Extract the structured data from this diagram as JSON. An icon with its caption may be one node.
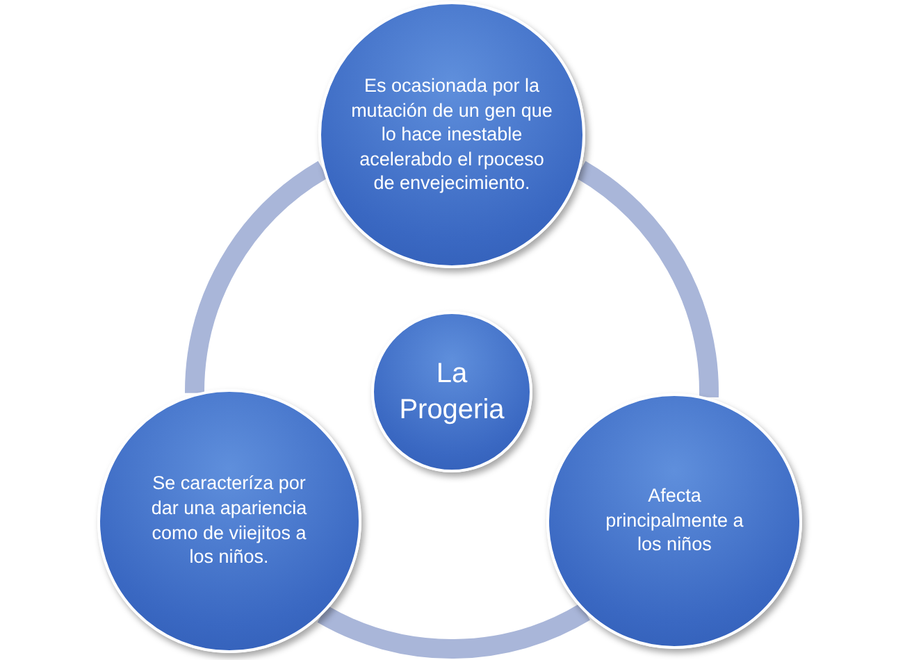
{
  "diagram": {
    "nodes": [
      {
        "text": [
          "Es ocasionada por la mutación de un gen que lo hace inestable acelerabdo el rpoceso de envejecimiento."
        ]
      },
      {
        "text": [
          "La Progeria"
        ]
      },
      {
        "text": [
          "Se caracteríza por dar una apariencia como de viiejitos a los niños."
        ]
      },
      {
        "text": [
          "Afecta principalmente a los niños"
        ]
      }
    ],
    "edges": [
      {
        "from": 0,
        "to": 3,
        "arrow": "none"
      },
      {
        "from": 3,
        "to": 2,
        "arrow": "none"
      },
      {
        "from": 2,
        "to": 0,
        "arrow": "none"
      }
    ]
  }
}
